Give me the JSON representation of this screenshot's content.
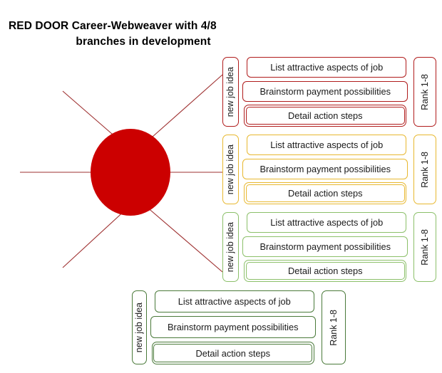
{
  "title": {
    "line1": "RED DOOR Career-Webweaver with 4/8",
    "line2": "branches in development"
  },
  "hub": {
    "name": "red-door-hub",
    "fill": "#CC0000",
    "spoke_color": "#9E3030",
    "spoke_count": 6
  },
  "labels": {
    "idea": "new job idea",
    "rank": "Rank 1-8",
    "step1": "List attractive aspects of job",
    "step2": "Brainstorm payment possibilities",
    "step3": "Detail action steps"
  },
  "branches": [
    {
      "id": "branch-1",
      "color": "#B01C1C",
      "idea_label": "new job idea",
      "rank_label": "Rank 1-8",
      "steps": [
        "List attractive aspects of job",
        "Brainstorm payment possibilities",
        "Detail action steps"
      ]
    },
    {
      "id": "branch-2",
      "color": "#E8B830",
      "idea_label": "new job idea",
      "rank_label": "Rank 1-8",
      "steps": [
        "List attractive aspects of job",
        "Brainstorm payment possibilities",
        "Detail action steps"
      ]
    },
    {
      "id": "branch-3",
      "color": "#8CC06A",
      "idea_label": "new job idea",
      "rank_label": "Rank 1-8",
      "steps": [
        "List attractive aspects of job",
        "Brainstorm payment possibilities",
        "Detail action steps"
      ]
    },
    {
      "id": "branch-4",
      "color": "#4A7A3A",
      "idea_label": "new job idea",
      "rank_label": "Rank 1-8",
      "steps": [
        "List attractive aspects of job",
        "Brainstorm payment possibilities",
        "Detail action steps"
      ]
    }
  ]
}
